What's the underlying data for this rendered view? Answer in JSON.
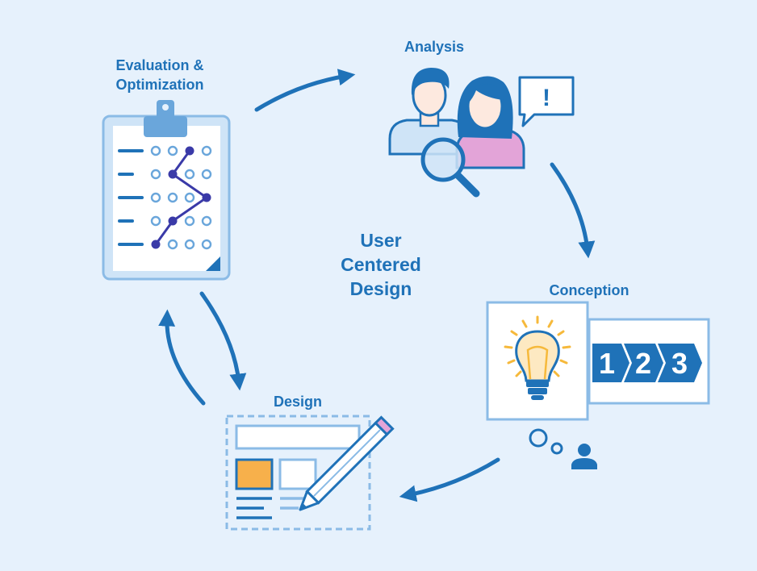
{
  "diagram": {
    "center_title_lines": [
      "User",
      "Centered",
      "Design"
    ],
    "stages": {
      "analysis": {
        "label": "Analysis"
      },
      "conception": {
        "label": "Conception",
        "steps": [
          "1",
          "2",
          "3"
        ]
      },
      "design": {
        "label": "Design"
      },
      "evaluation": {
        "label_lines": [
          "Evaluation &",
          "Optimization"
        ]
      }
    },
    "speech_bubble_mark": "!",
    "colors": {
      "background": "#e6f1fc",
      "primary_blue": "#1f72b8",
      "light_blue": "#8bbbe6",
      "male_fill": "#cfe4f7",
      "female_fill": "#e3a4d8",
      "chart_line": "#3a3aa8",
      "bulb_yellow": "#f6b93b",
      "accent_orange": "#f7b04b"
    }
  }
}
